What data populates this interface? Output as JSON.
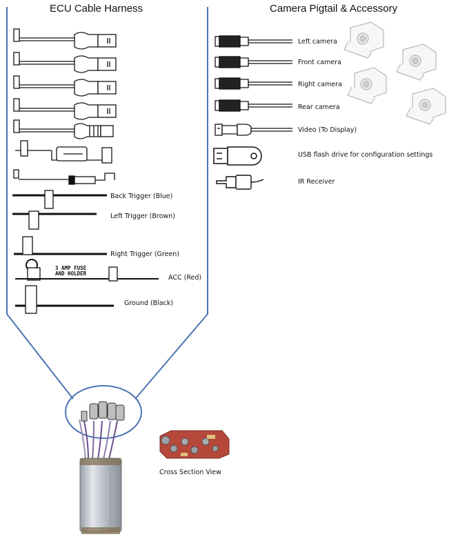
{
  "headers": {
    "left": "ECU Cable Harness",
    "right": "Camera Pigtail & Accessory"
  },
  "harness_labels": {
    "back_trigger": "Back Trigger (Blue)",
    "left_trigger": "Left Trigger (Brown)",
    "right_trigger": "Right Trigger (Green)",
    "fuse_line1": "3 AMP FUSE",
    "fuse_line2": "AND HOLDER",
    "acc": "ACC (Red)",
    "ground": "Ground (Black)"
  },
  "accessory_labels": {
    "left_camera": "Left camera",
    "front_camera": "Front camera",
    "right_camera": "Right camera",
    "rear_camera": "Rear camera",
    "video": "Video (To Display)",
    "usb": "USB flash drive for configuration settings",
    "ir": "IR Receiver"
  },
  "cross_section_label": "Cross Section View",
  "colors": {
    "outline_blue": "#4a73b3",
    "board_red": "#b5483a",
    "line": "#111111"
  }
}
